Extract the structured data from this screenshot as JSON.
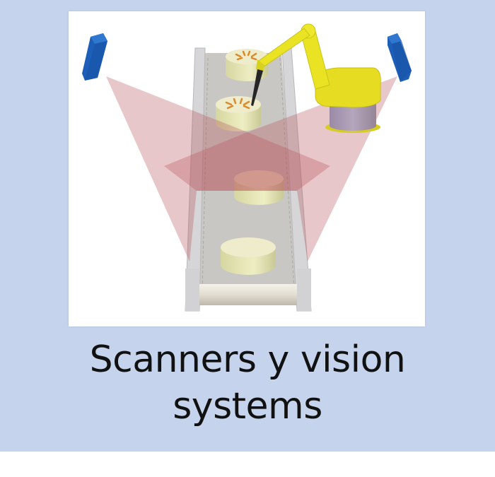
{
  "caption": {
    "line1": "Scanners y vision",
    "line2": "systems"
  },
  "illustration": {
    "description": "Conveyor belt with cakes, two blue scanners projecting red beams, and a yellow robotic arm decorating a cake",
    "elements": [
      "scanner-left",
      "scanner-right",
      "conveyor-belt",
      "robot-arm",
      "cake-decorated-1",
      "cake-decorated-2",
      "cake-plain-1",
      "cake-plain-2",
      "scan-beam-left",
      "scan-beam-right"
    ]
  },
  "colors": {
    "background": "#c5d4ec",
    "panel": "#ffffff",
    "scanner": "#1d5fb8",
    "beam": "#b8505a",
    "robot": "#e8e020",
    "robot_base": "#a898b0",
    "cake": "#e8e8b8",
    "conveyor": "#cfcfcf",
    "caption_text": "#111111"
  }
}
